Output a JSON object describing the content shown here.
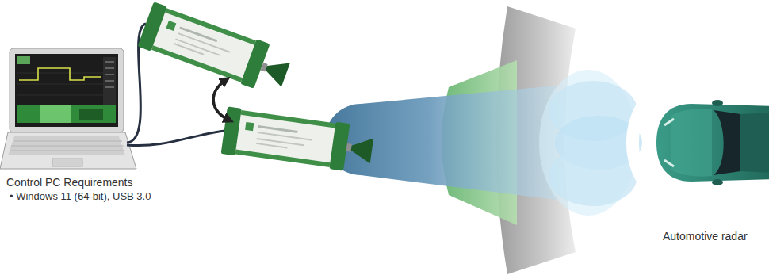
{
  "diagram": {
    "labels": [
      "Control PC Requirements",
      "• Windows 11 (64-bit), USB 3.0",
      "Automotive radar"
    ]
  }
}
